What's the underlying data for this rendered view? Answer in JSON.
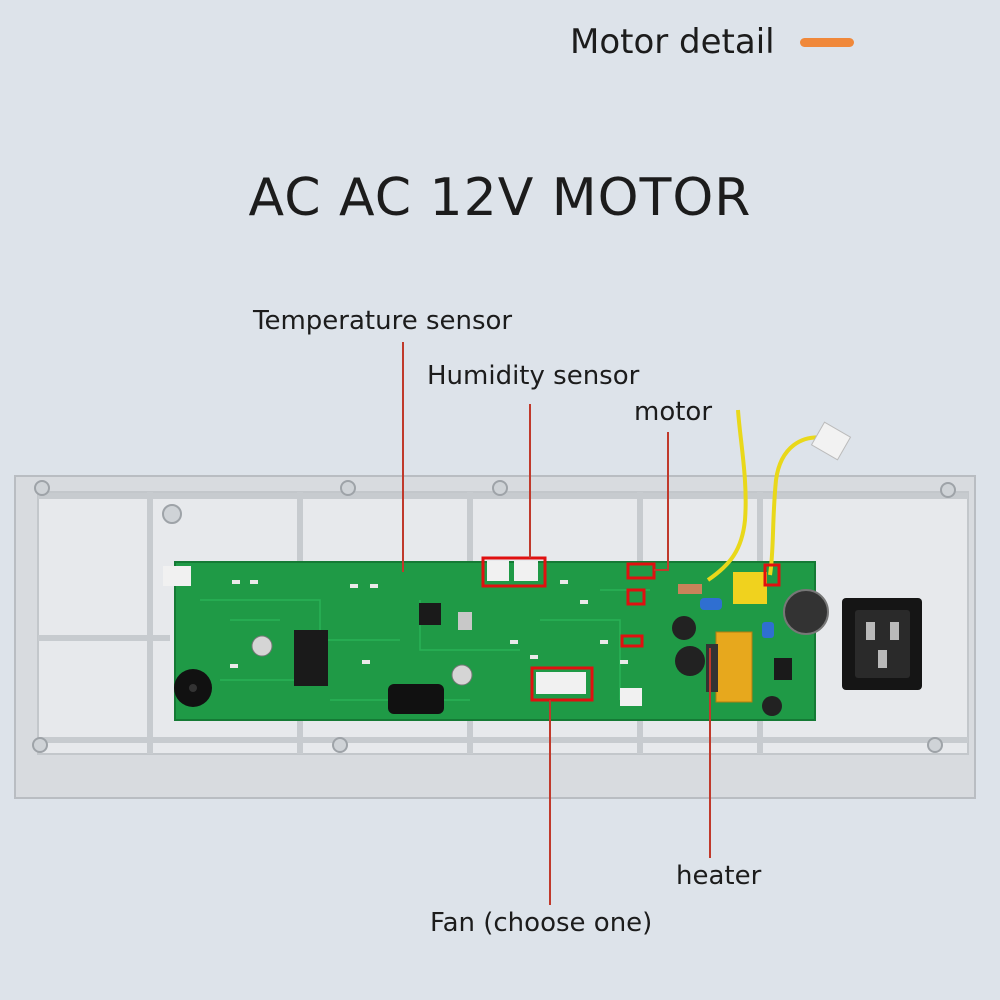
{
  "header": {
    "label": "Motor detail",
    "accent_color": "#f0883a"
  },
  "title": "AC AC 12V MOTOR",
  "callouts": {
    "temperature_sensor": "Temperature sensor",
    "humidity_sensor": "Humidity sensor",
    "motor": "motor",
    "heater": "heater",
    "fan": "Fan (choose one)"
  },
  "colors": {
    "background": "#dde3ea",
    "pcb": "#1f9a46",
    "leader_line": "#c0392b",
    "wire": "#e9d81a",
    "tray": "#d9dcdf"
  }
}
